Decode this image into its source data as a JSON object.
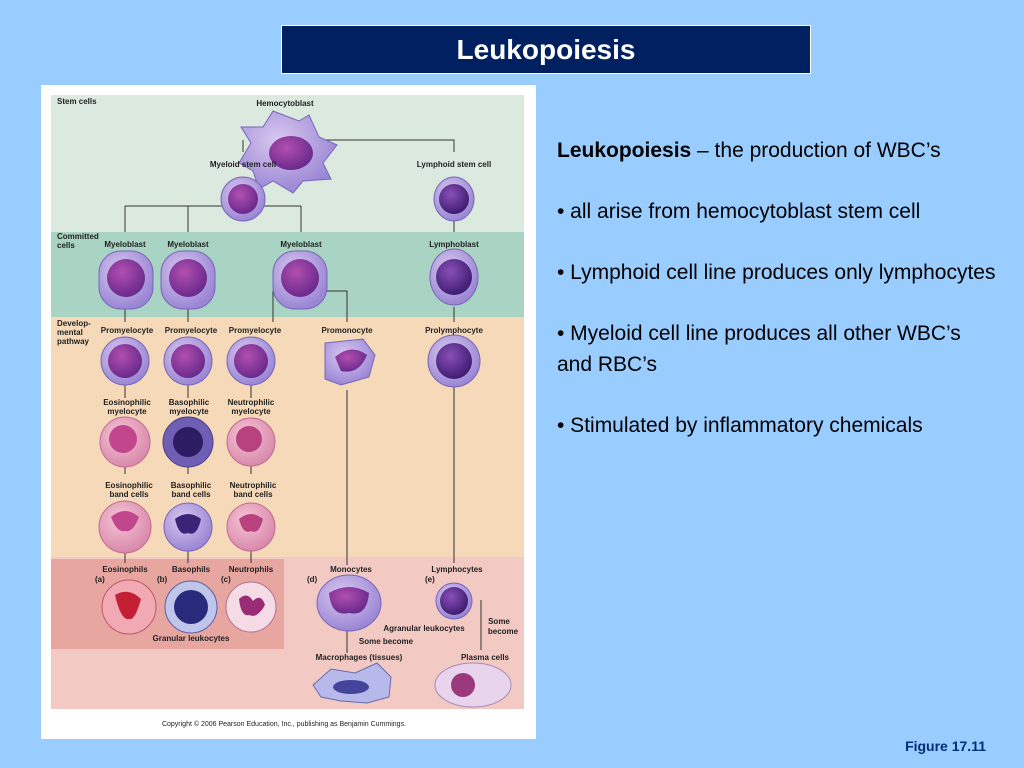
{
  "slide": {
    "title": "Leukopoiesis",
    "definition_term": "Leukopoiesis",
    "definition_rest": " – the production of WBC’s",
    "bullets": [
      "• all arise from hemocytoblast stem cell",
      "• Lymphoid cell line produces only lymphocytes",
      "• Myeloid cell line produces all other WBC’s and RBC’s",
      "• Stimulated by inflammatory chemicals"
    ],
    "figure_ref": "Figure 17.11"
  },
  "figure": {
    "zones": {
      "stem": "Stem cells",
      "committed_1": "Committed",
      "committed_2": "cells",
      "dev_1": "Develop-",
      "dev_2": "mental",
      "dev_3": "pathway"
    },
    "cells": {
      "hemocytoblast": "Hemocytoblast",
      "myeloid_stem": "Myeloid stem cell",
      "lymphoid_stem": "Lymphoid stem cell",
      "myeloblast_1": "Myeloblast",
      "myeloblast_2": "Myeloblast",
      "myeloblast_3": "Myeloblast",
      "lymphoblast": "Lymphoblast",
      "promyelocyte_1": "Promyelocyte",
      "promyelocyte_2": "Promyelocyte",
      "promyelocyte_3": "Promyelocyte",
      "promonocyte": "Promonocyte",
      "prolymphocyte": "Prolymphocyte",
      "eos_myelocyte_1": "Eosinophilic",
      "eos_myelocyte_2": "myelocyte",
      "baso_myelocyte_1": "Basophilic",
      "baso_myelocyte_2": "myelocyte",
      "neut_myelocyte_1": "Neutrophilic",
      "neut_myelocyte_2": "myelocyte",
      "eos_band_1": "Eosinophilic",
      "eos_band_2": "band cells",
      "baso_band_1": "Basophilic",
      "baso_band_2": "band cells",
      "neut_band_1": "Neutrophilic",
      "neut_band_2": "band cells",
      "eosinophils": "Eosinophils",
      "basophils": "Basophils",
      "neutrophils": "Neutrophils",
      "monocytes": "Monocytes",
      "lymphocytes": "Lymphocytes",
      "macrophages": "Macrophages (tissues)",
      "plasma_cells": "Plasma cells"
    },
    "letters": {
      "a": "(a)",
      "b": "(b)",
      "c": "(c)",
      "d": "(d)",
      "e": "(e)"
    },
    "groups": {
      "granular": "Granular leukocytes",
      "agranular": "Agranular leukocytes",
      "some_become_1": "Some become",
      "some_become_2a": "Some",
      "some_become_2b": "become"
    },
    "copyright": "Copyright © 2006 Pearson Education, Inc., publishing as Benjamin Cummings."
  },
  "colors": {
    "background": "#99ccff",
    "title_bar": "#002060",
    "zone_stem": "#dce9df",
    "zone_committed": "#a9d3c2",
    "zone_developmental": "#f6d9b8",
    "zone_mature": "#f3c9c4",
    "zone_granular": "#e8a6a1"
  }
}
